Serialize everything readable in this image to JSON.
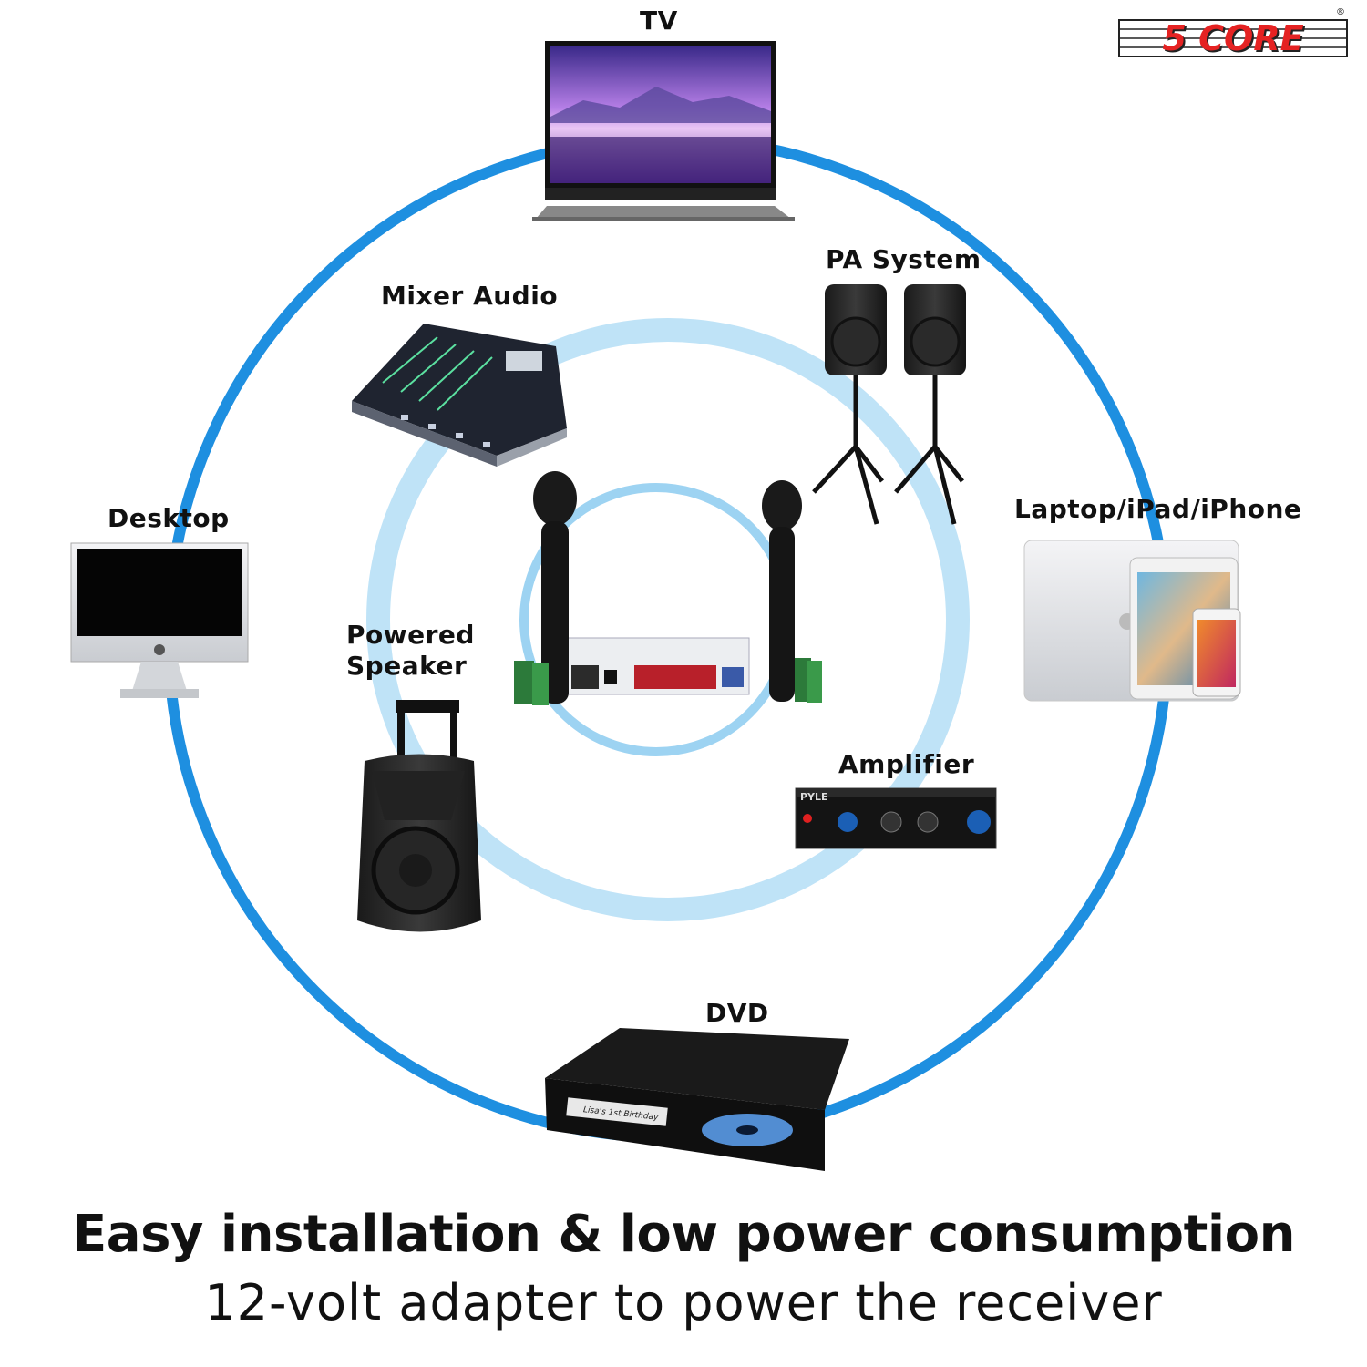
{
  "brand": {
    "name": "5 CORE",
    "mark": "®"
  },
  "labels": {
    "tv": "TV",
    "mixer": "Mixer Audio",
    "pa": "PA System",
    "desktop": "Desktop",
    "laptop": "Laptop/iPad/iPhone",
    "powered_line1": "Powered",
    "powered_line2": "Speaker",
    "amplifier": "Amplifier",
    "dvd": "DVD"
  },
  "headline": "Easy installation & low power consumption",
  "subline": "12-volt adapter to power the receiver",
  "device_text": {
    "amp_brand": "PYLE",
    "dvd_label": "Lisa's 1st Birthday"
  },
  "colors": {
    "outer_ring": "#1e8fe0",
    "inner_ring": "#bfe3f7",
    "core_ring": "#9dd3f2",
    "brand_red": "#e52222"
  }
}
